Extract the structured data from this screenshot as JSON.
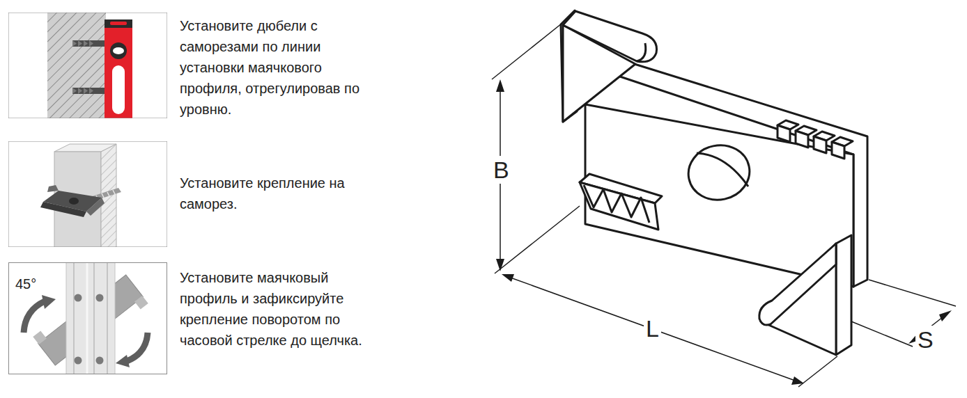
{
  "diagram": {
    "nodes": [
      {
        "text": [
          "45°"
        ]
      }
    ],
    "labels": [
      "Установите дюбели с саморезами по линии установки маячкового профиля, отрегулировав по уровню.",
      "Установите крепление на саморез.",
      "Установите маячковый профиль и зафиксируйте крепление поворотом по часовой стрелке до щелчка.",
      "B",
      "L",
      "S"
    ]
  }
}
